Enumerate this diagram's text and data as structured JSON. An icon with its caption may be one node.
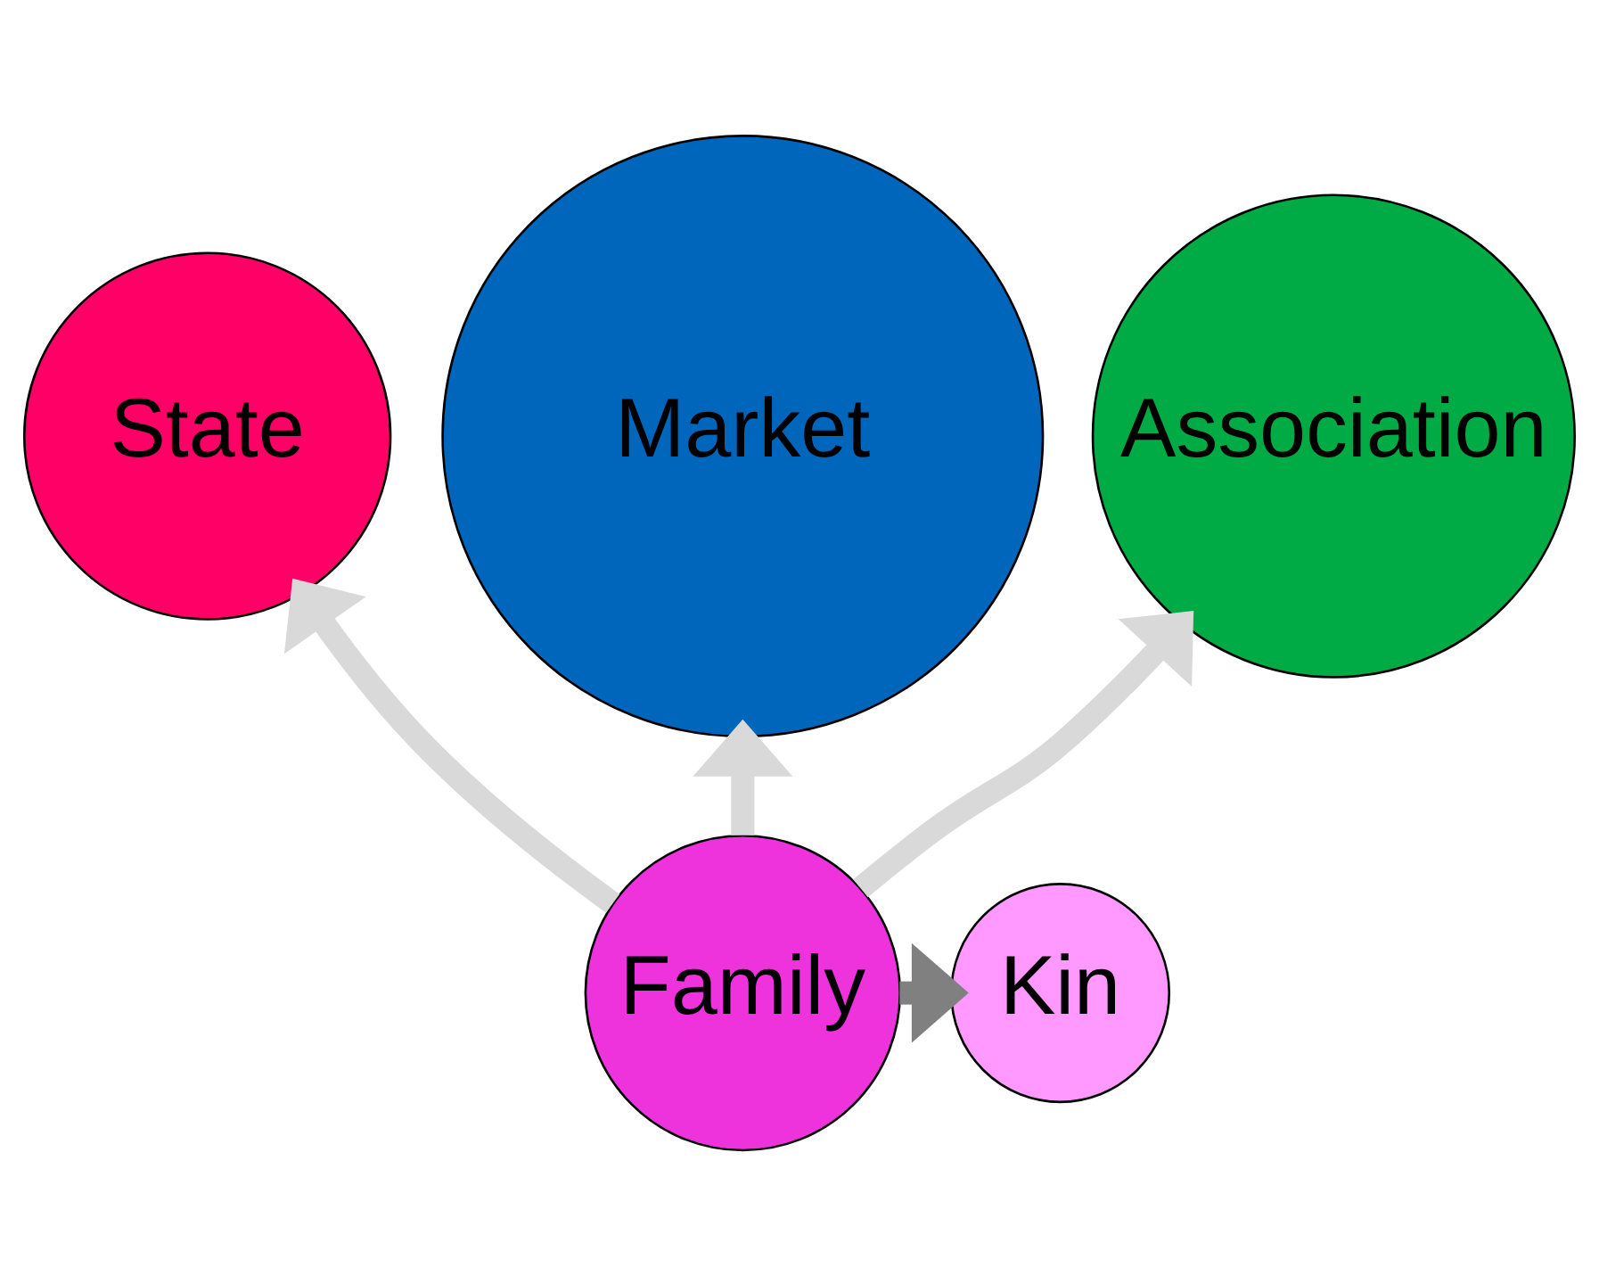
{
  "diagram": {
    "nodes": [
      {
        "text": [
          "State"
        ]
      },
      {
        "text": [
          "Market"
        ]
      },
      {
        "text": [
          "Association"
        ]
      },
      {
        "text": [
          "Family"
        ]
      },
      {
        "text": [
          "Kin"
        ]
      }
    ],
    "edges": [
      {
        "from": 3,
        "to": 0,
        "arrow": "to",
        "color": "#d9d9d9"
      },
      {
        "from": 3,
        "to": 1,
        "arrow": "to",
        "color": "#d9d9d9"
      },
      {
        "from": 3,
        "to": 2,
        "arrow": "to",
        "color": "#d9d9d9"
      },
      {
        "from": 3,
        "to": 4,
        "arrow": "to",
        "color": "#808080"
      }
    ]
  }
}
